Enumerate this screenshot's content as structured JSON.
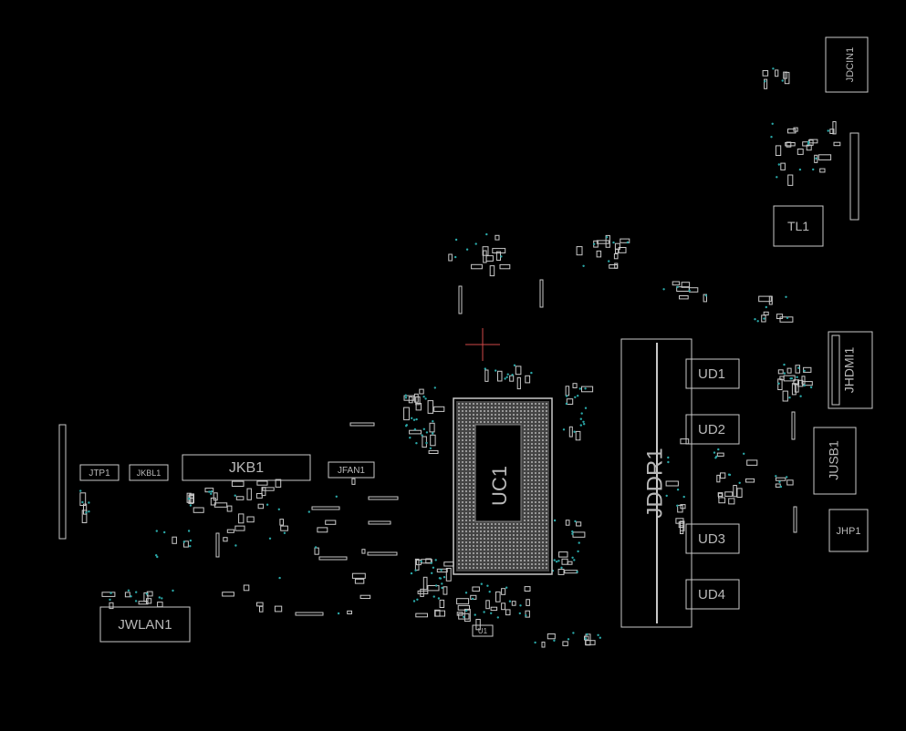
{
  "colors": {
    "background": "#000000",
    "outline": "#c8c8c8",
    "label": "#b8b8b8",
    "via": "#2aa8a8",
    "cursor": "#d04848"
  },
  "components": {
    "jdcin1": "JDCIN1",
    "tl1": "TL1",
    "jhdmi1": "JHDMI1",
    "jusb1": "JUSB1",
    "jhp1": "JHP1",
    "ud1": "UD1",
    "ud2": "UD2",
    "ud3": "UD3",
    "ud4": "UD4",
    "jddr1": "JDDR1",
    "uc1": "UC1",
    "jkb1": "JKB1",
    "jfan1": "JFAN1",
    "jtp1": "JTP1",
    "jkbl1": "JKBL1",
    "jwlan1": "JWLAN1",
    "u1": "U1"
  },
  "cursor": {
    "icon": "crosshair-icon"
  }
}
